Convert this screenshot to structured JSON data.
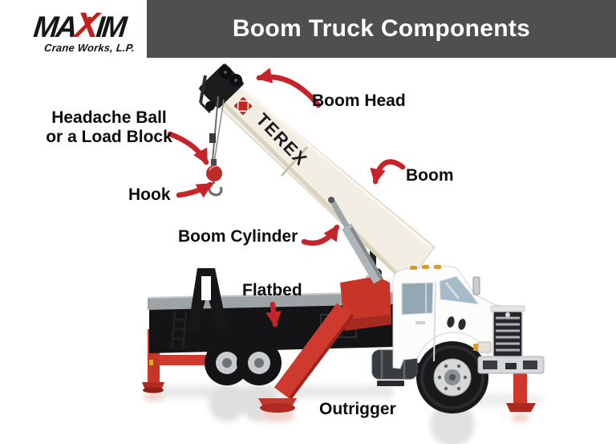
{
  "header": {
    "title": "Boom Truck Components",
    "bar_color": "#4f4f4f"
  },
  "logo": {
    "brand_part1": "MA",
    "brand_x": "X",
    "brand_part2": "IM",
    "tagline": "Crane Works, L.P."
  },
  "diagram": {
    "truck_brand": "TEREX",
    "labels": {
      "headache_ball_line1": "Headache Ball",
      "headache_ball_line2": "or a Load Block",
      "hook": "Hook",
      "boom_head": "Boom Head",
      "boom": "Boom",
      "boom_cylinder": "Boom Cylinder",
      "flatbed": "Flatbed",
      "outrigger": "Outrigger"
    },
    "colors": {
      "arrow_red": "#c5242b",
      "truck_red": "#ce382b",
      "boom_cream": "#f2eee3",
      "header_gray": "#4f4f4f"
    }
  }
}
